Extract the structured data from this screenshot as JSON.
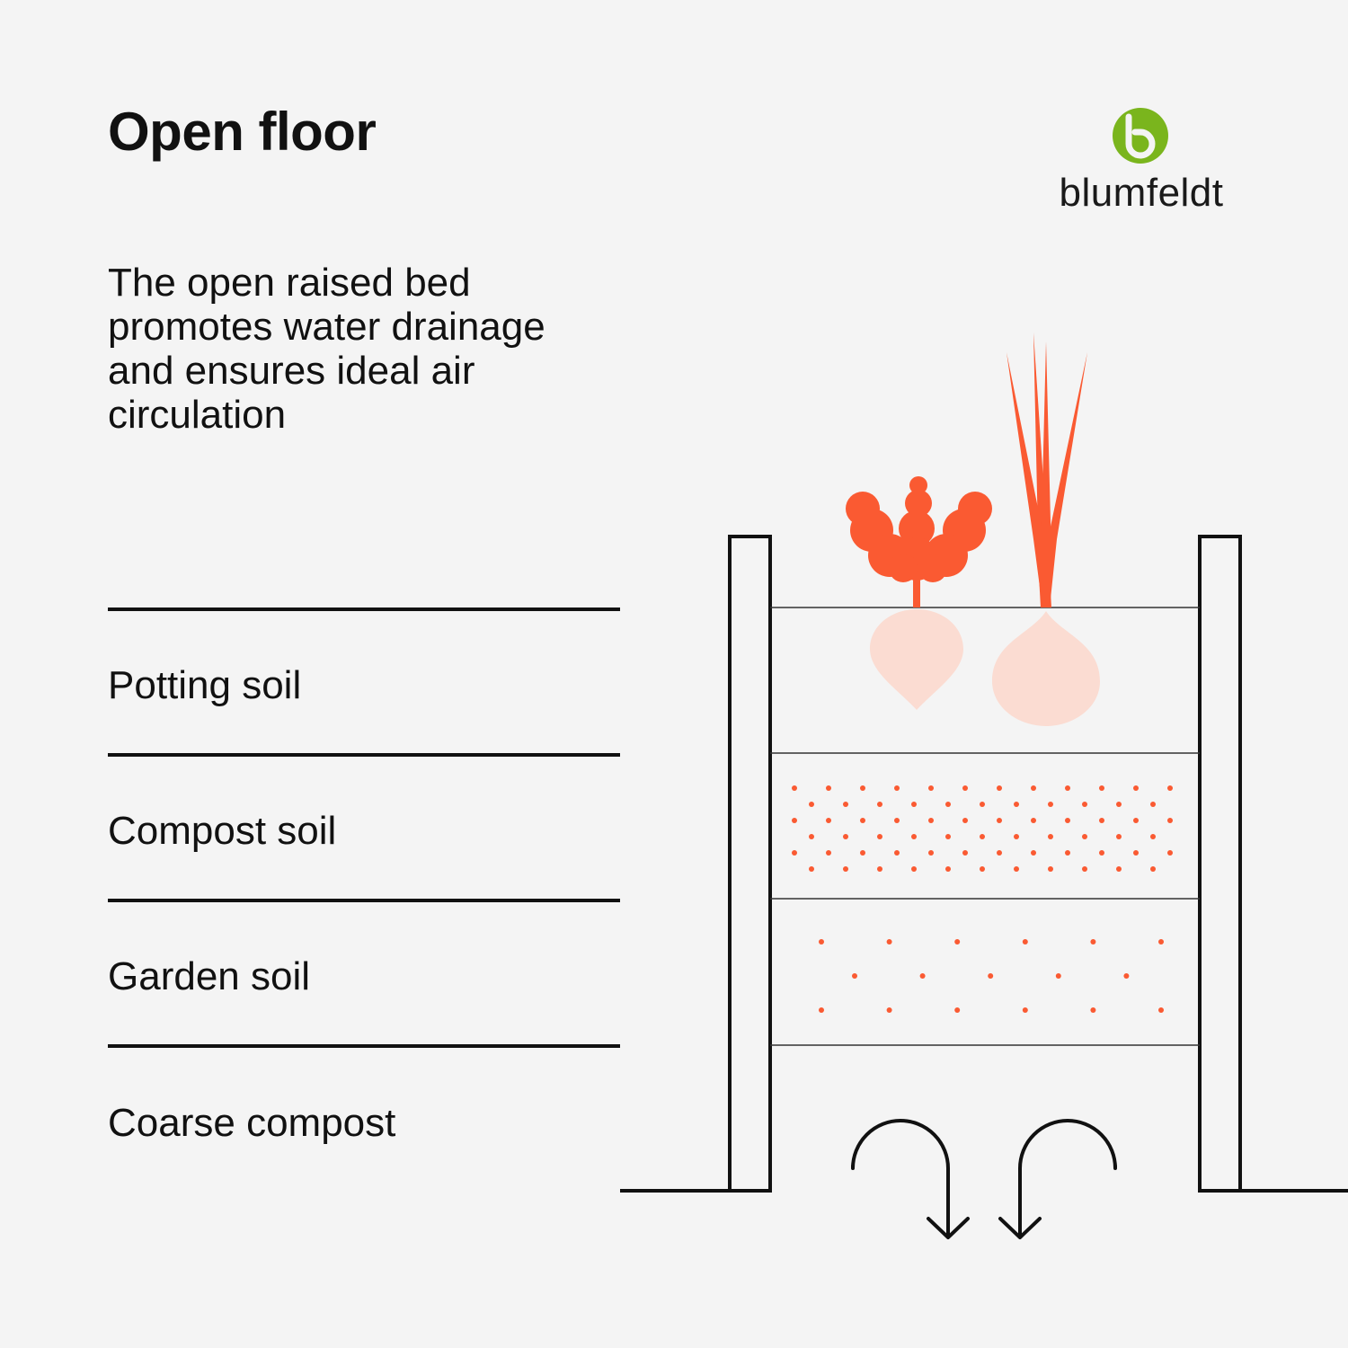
{
  "title": "Open floor",
  "description": "The open raised bed promotes water drainage and ensures ideal air circulation",
  "brand": {
    "name": "blumfeldt",
    "color": "#7ab51d"
  },
  "layers": [
    {
      "label": "Potting soil"
    },
    {
      "label": "Compost soil"
    },
    {
      "label": "Garden soil"
    },
    {
      "label": "Coarse compost"
    }
  ],
  "colors": {
    "accent": "#fa5a32",
    "root": "#fbdcd2",
    "line": "#111111"
  },
  "icons": [
    "beetroot-icon",
    "onion-icon",
    "drainage-arrow-icon"
  ]
}
